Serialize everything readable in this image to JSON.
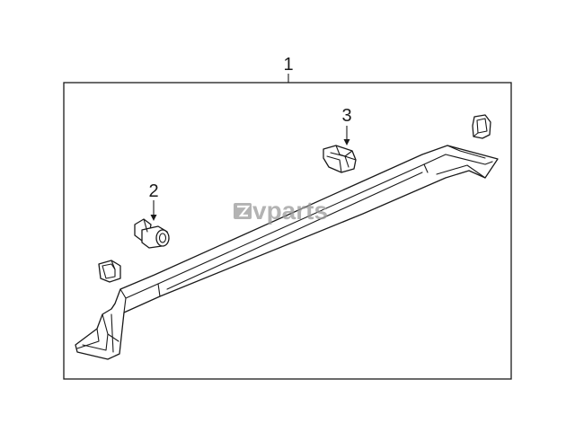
{
  "callouts": {
    "part_1": "1",
    "part_2": "2",
    "part_3": "3"
  },
  "watermark": {
    "text": "vparts",
    "color": "#9a9a9a"
  },
  "colors": {
    "line": "#1a1a1a",
    "background": "#ffffff"
  }
}
